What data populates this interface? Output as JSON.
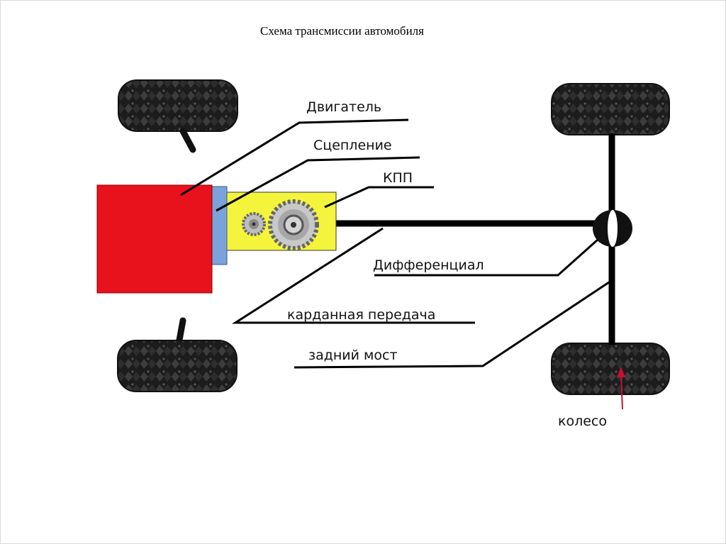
{
  "title": "Схема трансмиссии автомобиля",
  "labels": {
    "engine": "Двигатель",
    "clutch": "Сцепление",
    "gearbox": "КПП",
    "differential": "Дифференциал",
    "driveshaft": "карданная передача",
    "rear_axle": "задний мост",
    "wheel": "колесо"
  },
  "colors": {
    "engine": "#e8121c",
    "clutch": "#7aa3dc",
    "gearbox": "#f4f43c",
    "tire": "#1a1a1a",
    "shaft": "#000000",
    "wheel_pointer": "#c8102e"
  }
}
